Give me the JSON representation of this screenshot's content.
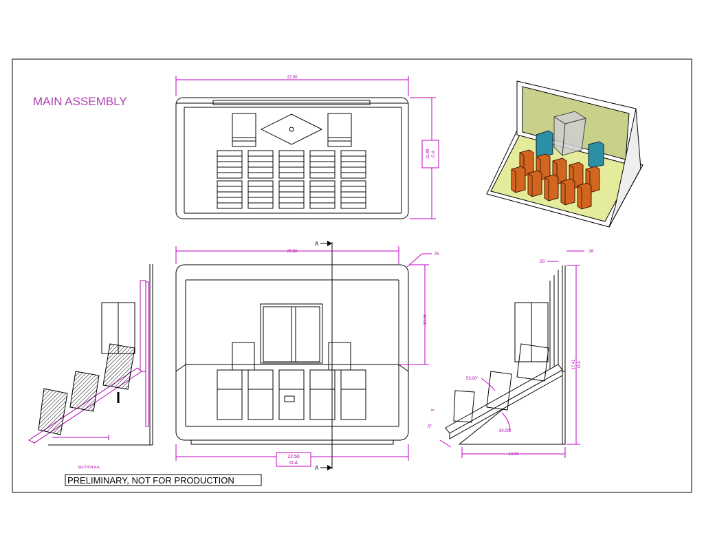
{
  "title": "MAIN ASSEMBLY",
  "note": "PRELIMINARY, NOT FOR PRODUCTION",
  "section_label": "SECTION A-A",
  "section_marker": "A",
  "dims": {
    "top_width": "22.50",
    "top_height": "11.88",
    "top_height_suffix": "O.A",
    "front_width": "25.50",
    "front_corner": ".75",
    "front_height": "10.16",
    "front_base": "22.50",
    "front_base_suffix": "O.A",
    "side_top_a": ".50",
    "side_top_b": ".38",
    "side_height": "17.41",
    "side_height_suffix": "O.A",
    "side_angle_a": "53.00°",
    "side_angle_b": "30.00°",
    "side_small_a": ".5",
    "side_small_b": ".75",
    "side_depth": "10.00"
  },
  "colors": {
    "accent": "#c000c0",
    "iso_back": "#c8d08a",
    "iso_floor": "#e4ec9c",
    "iso_teal": "#2b8fa6",
    "iso_orange": "#d2651f"
  }
}
